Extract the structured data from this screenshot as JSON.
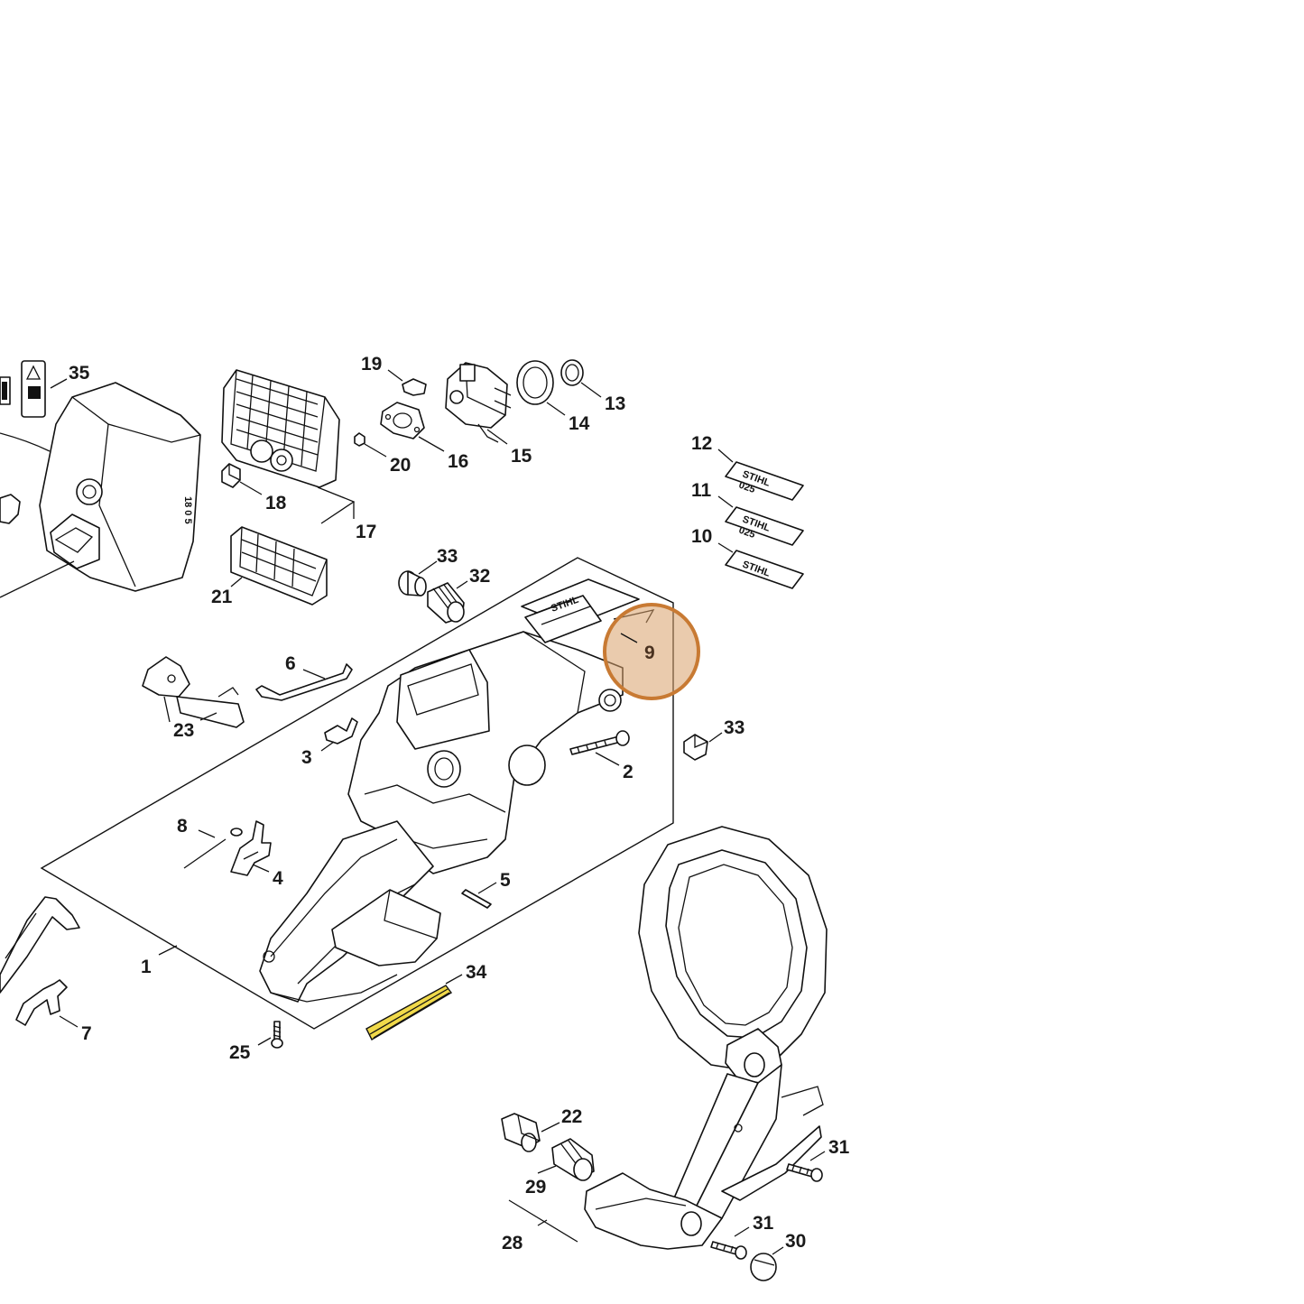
{
  "diagram": {
    "highlight_color": "#d9a16a",
    "highlight_stroke": "#c87a33",
    "warning_color": "#f0d94a",
    "labels": {
      "p1": "1",
      "p2": "2",
      "p3": "3",
      "p4": "4",
      "p5": "5",
      "p6": "6",
      "p7": "7",
      "p8": "8",
      "p9": "9",
      "p10": "10",
      "p11": "11",
      "p12": "12",
      "p13": "13",
      "p14": "14",
      "p15": "15",
      "p16": "16",
      "p17": "17",
      "p18": "18",
      "p19": "19",
      "p20": "20",
      "p21": "21",
      "p22": "22",
      "p23": "23",
      "p25": "25",
      "p28": "28",
      "p29": "29",
      "p30": "30",
      "p31a": "31",
      "p31b": "31",
      "p32": "32",
      "p33a": "33",
      "p33b": "33",
      "p34": "34",
      "p35": "35"
    }
  }
}
